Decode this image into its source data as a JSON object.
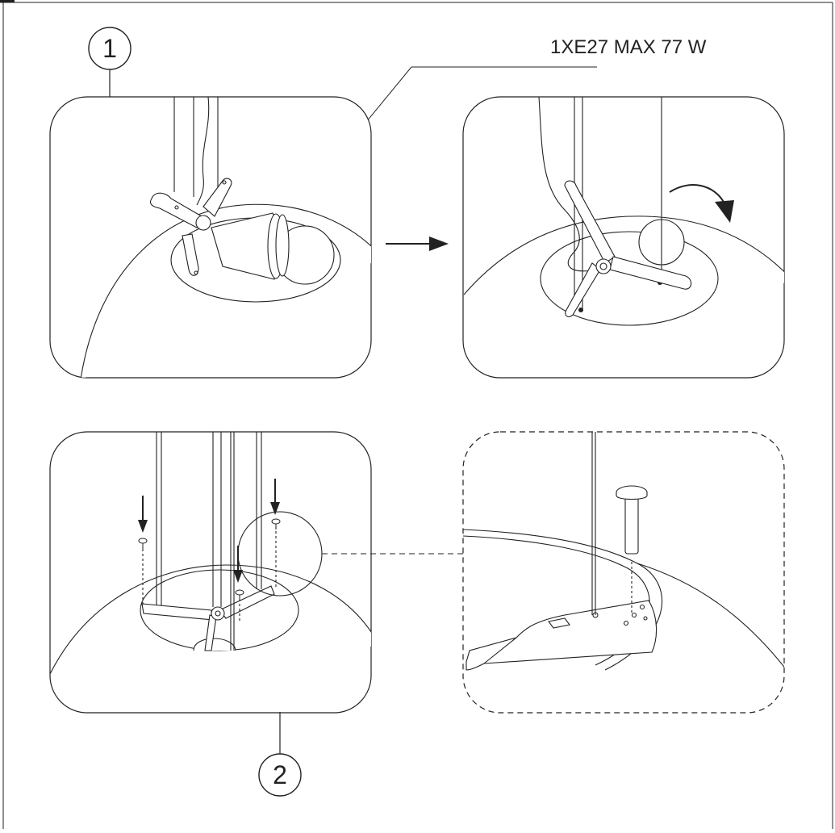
{
  "bulb_spec_label": "1XE27 MAX 77 W",
  "step_markers": [
    {
      "label": "1"
    },
    {
      "label": "2"
    }
  ],
  "colors": {
    "line": "#222222",
    "fill_light": "#f4f4f4",
    "background": "#ffffff"
  }
}
